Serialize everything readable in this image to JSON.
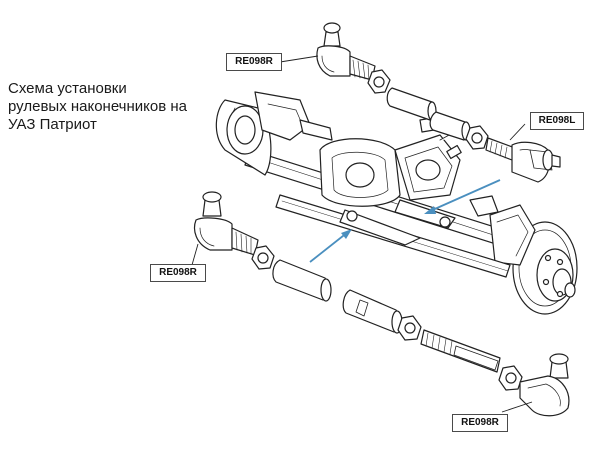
{
  "caption": {
    "lines": [
      "Схема установки",
      "рулевых наконечников на",
      "УАЗ Патриот"
    ]
  },
  "labels": {
    "top_left": "RE098R",
    "top_right": "RE098L",
    "middle_left": "RE098R",
    "bottom_right": "RE098R"
  },
  "colors": {
    "arrow": "#4a8fbf",
    "line": "#222222",
    "fill": "#ffffff"
  }
}
